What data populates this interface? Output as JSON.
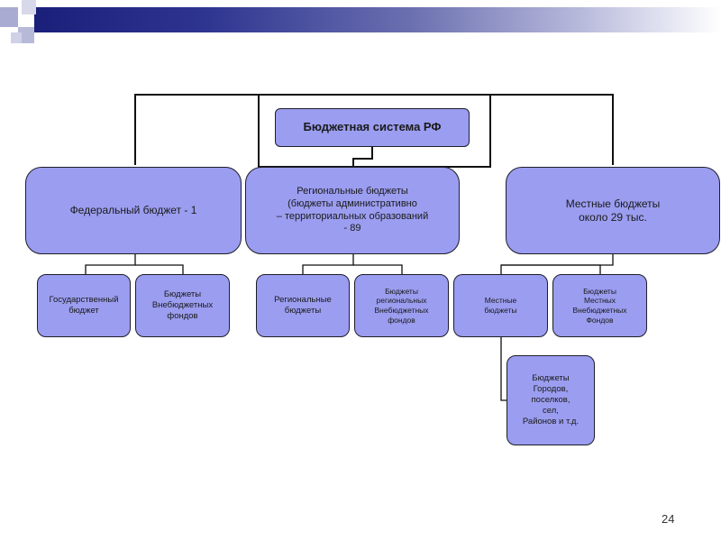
{
  "colors": {
    "box_fill": "#9b9df0",
    "box_border": "#1e1e2a",
    "header_dark": "#1a1f7a"
  },
  "diagram": {
    "root": "Бюджетная система РФ",
    "federal": "Федеральный бюджет - 1",
    "regional": "Региональные бюджеты\n(бюджеты административно\n– территориальных образований\n- 89",
    "local": "Местные бюджеты\nоколо 29 тыс.",
    "fed_state": "Государственный\nбюджет",
    "fed_offbudget": "Бюджеты\nВнебюджетных\nфондов",
    "reg_regional": "Региональные\nбюджеты",
    "reg_offbudget": "Бюджеты\nрегиональных\nВнебюджетных\nфондов",
    "loc_local": "Местные\nбюджеты",
    "loc_offbudget": "Бюджеты\nМестных\nВнебюджетных\nФондов",
    "loc_cities": "Бюджеты\nГородов,\nпоселков,\nсел,\nРайонов и т.д."
  },
  "page_number": "24"
}
